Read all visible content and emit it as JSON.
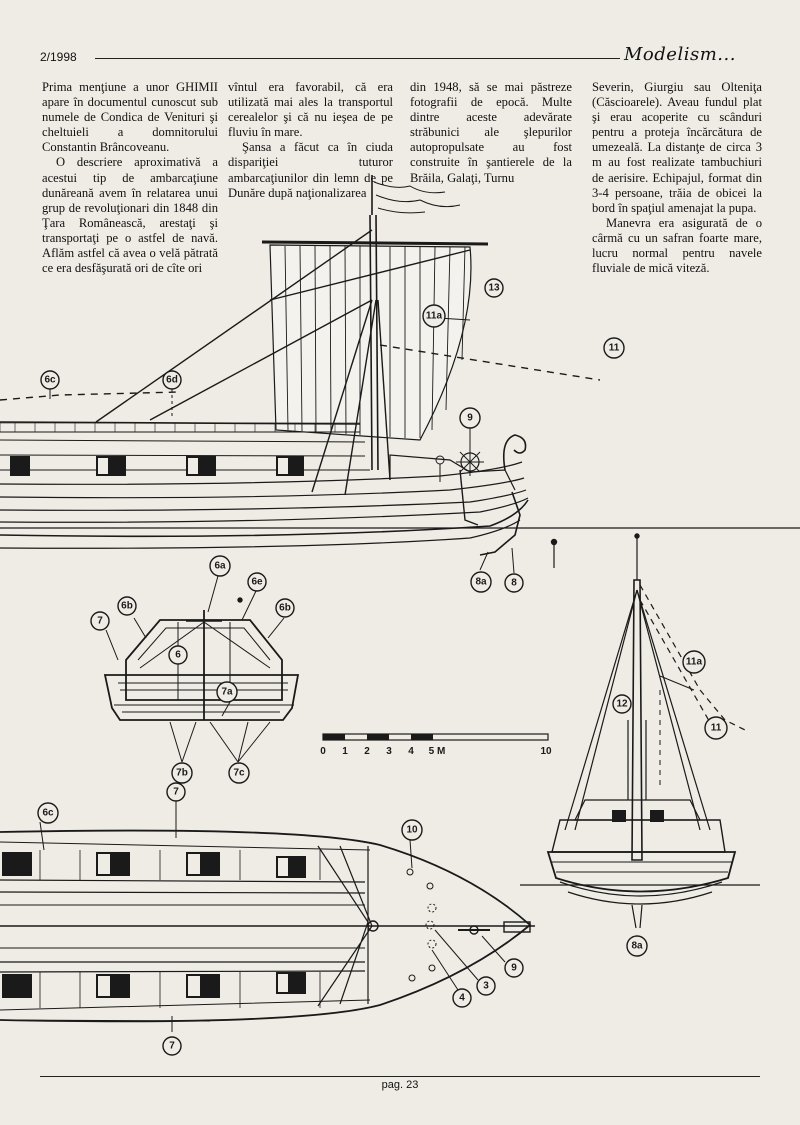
{
  "header": {
    "issue": "2/1998",
    "brand": "Modelism..."
  },
  "article": {
    "col1": [
      "Prima menţiune a unor GHIMII apare în documentul cunoscut sub numele de Condica de Venituri şi cheltuieli a domnitorului Constantin Brâncoveanu.",
      "O descriere aproximativă a acestui tip de ambarcaţiune dunăreană avem în relatarea unui grup de revoluţionari din 1848 din Ţara Românească, arestaţi şi transportaţi pe o astfel de navă. Aflăm astfel că avea o velă pătrată ce era desfăşurată ori de cîte ori"
    ],
    "col2": [
      "vîntul era favorabil, că era utilizată mai ales la transportul cerealelor şi că nu ieşea de pe fluviu în mare.",
      "Şansa a făcut ca în ciuda dispariţiei tuturor ambarcaţiunilor din lemn de pe Dunăre după naţionalizarea"
    ],
    "col3": [
      "din 1948, să se mai păstreze fotografii de epocă. Multe dintre aceste adevărate străbunici ale şlepurilor autopropulsate au fost construite în şantierele de la Brăila, Galaţi, Turnu"
    ],
    "col4": [
      "Severin, Giurgiu sau Olteniţa (Căscioarele). Aveau fundul plat şi erau acoperite cu scânduri pentru a proteja încărcătura de umezeală. La distanţe de circa 3 m au fost realizate tambuchiuri de aerisire. Echipajul, format din 3-4 persoane, trăia de obicei la bord în spaţiul amenajat la pupa.",
      "Manevra era asigurată de o cârmă cu un safran foarte mare, lucru normal pentru navele fluviale de mică viteză."
    ]
  },
  "drawing": {
    "labels": {
      "l6c": "6c",
      "l6d": "6d",
      "l11a": "11a",
      "l13": "13",
      "l11": "11",
      "l9": "9",
      "l8a": "8a",
      "l8": "8",
      "s6a": "6a",
      "s6e": "6e",
      "s6b1": "6b",
      "s6b2": "6b",
      "s7": "7",
      "s6": "6",
      "s7a": "7a",
      "s7b": "7b",
      "s7c": "7c",
      "f11a": "11a",
      "f12": "12",
      "f11": "11",
      "f8a": "8a",
      "p6c": "6c",
      "p7top": "7",
      "p10": "10",
      "p9": "9",
      "p3": "3",
      "p4": "4",
      "p7bot": "7"
    },
    "scale": {
      "ticks": [
        "0",
        "1",
        "2",
        "3",
        "4",
        "5 M",
        "10"
      ]
    }
  },
  "footer": {
    "page": "pag. 23"
  }
}
